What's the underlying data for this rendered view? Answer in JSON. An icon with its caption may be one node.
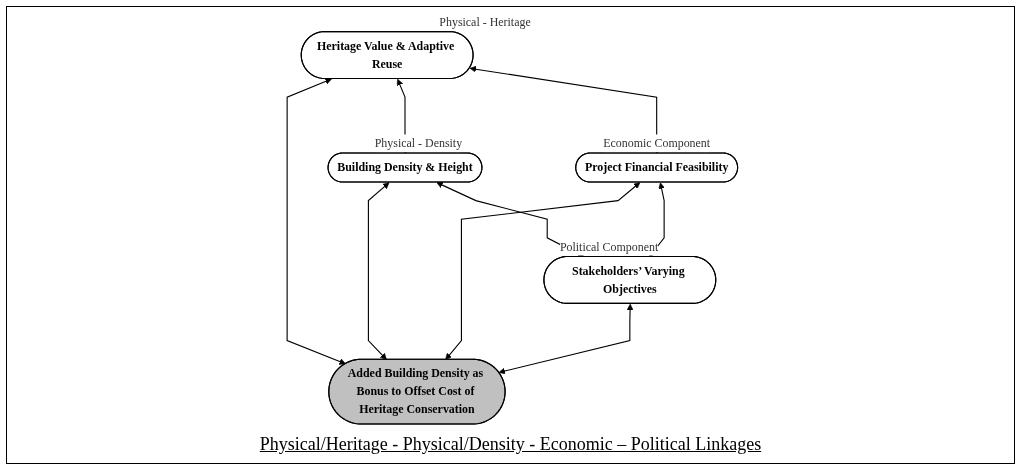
{
  "diagram": {
    "caption": "Physical/Heritage - Physical/Density - Economic – Political Linkages",
    "nodes": [
      {
        "text": [
          "Heritage Value & Adaptive Reuse"
        ],
        "beside": [
          "Physical - Heritage"
        ]
      },
      {
        "text": [
          "Building Density & Height"
        ],
        "beside": [
          "Physical - Density"
        ]
      },
      {
        "text": [
          "Added Building Density as Bonus to Offset Cost of Heritage Conservation"
        ]
      },
      {
        "text": [
          "Project Financial Feasibility"
        ],
        "beside": [
          "Economic Component"
        ]
      },
      {
        "text": [
          "Stakeholders’ Varying Objectives"
        ],
        "beside": [
          "Political Component"
        ]
      }
    ],
    "edges": [
      {
        "from": 0,
        "to": 1,
        "arrow": "both"
      },
      {
        "from": 0,
        "to": 2,
        "arrow": "both"
      },
      {
        "from": 1,
        "to": 2,
        "arrow": "both"
      },
      {
        "from": 0,
        "to": 3,
        "arrow": "both"
      },
      {
        "from": 1,
        "to": 4,
        "arrow": "both"
      },
      {
        "from": 3,
        "to": 2,
        "arrow": "both"
      },
      {
        "from": 4,
        "to": 2,
        "arrow": "both"
      },
      {
        "from": 3,
        "to": 4,
        "arrow": "both"
      }
    ]
  }
}
